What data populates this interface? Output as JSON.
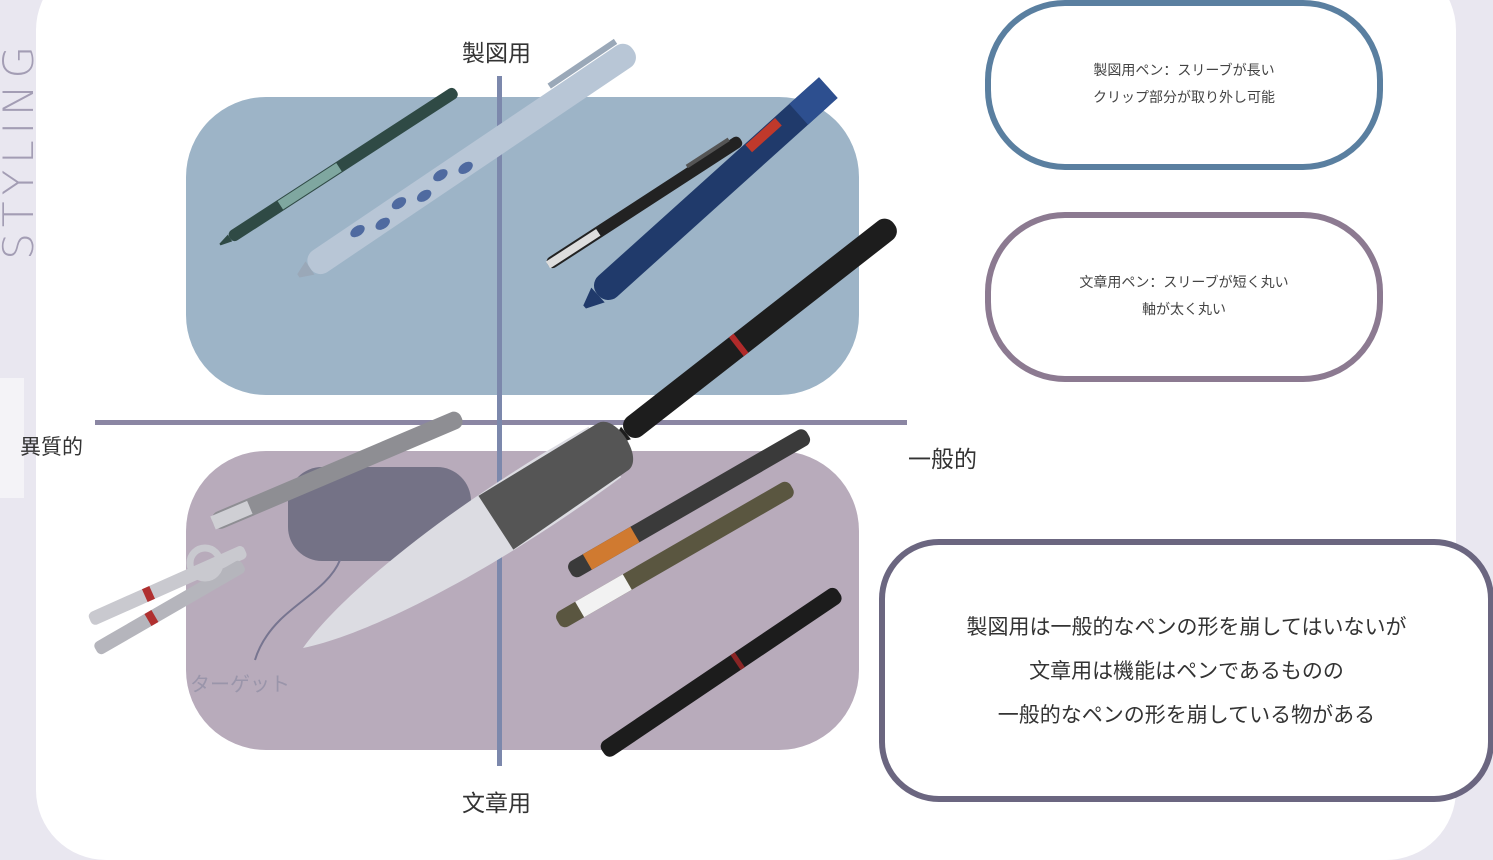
{
  "sidebar": {
    "title": "STYLING"
  },
  "axes": {
    "top": "製図用",
    "bottom": "文章用",
    "left": "異質的",
    "right": "一般的"
  },
  "notes": {
    "drafting": [
      "製図用ペン：スリーブが長い",
      "クリップ部分が取り外し可能"
    ],
    "writing": [
      "文章用ペン：スリーブが短く丸い",
      "軸が太く丸い"
    ],
    "summary": [
      "製図用は一般的なペンの形を崩してはいないが",
      "文章用は機能はペンであるものの",
      "一般的なペンの形を崩している物がある"
    ]
  },
  "target_label": "ターゲット",
  "colors": {
    "top_quadrant": "#9db4c7",
    "bottom_quadrant": "#b8abbb",
    "target_box": "#747286",
    "axis": "#8b86a3"
  },
  "pens": [
    {
      "name": "pen-dark-green",
      "body": "#2f4a45",
      "accent": "#7fa7a0"
    },
    {
      "name": "pen-silver-grip",
      "body": "#b8c6d6",
      "accent": "#4f6aa0"
    },
    {
      "name": "pen-black-slim",
      "body": "#222222",
      "accent": "#dddddd"
    },
    {
      "name": "pen-navy",
      "body": "#203a6b",
      "accent": "#c0392b"
    },
    {
      "name": "pen-black-red-ring",
      "body": "#1d1d1d",
      "accent": "#b02a2a"
    },
    {
      "name": "pen-grey-slim",
      "body": "#8e8e93",
      "accent": "#cfcfd4"
    },
    {
      "name": "pen-compass",
      "body": "#c9c9cf",
      "accent": "#b03030"
    },
    {
      "name": "pen-faber-castell",
      "body": "#555555",
      "accent": "#dcdce2"
    },
    {
      "name": "pen-orange-clear",
      "body": "#3a3a3a",
      "accent": "#d07a30"
    },
    {
      "name": "pen-olive-clear",
      "body": "#5a5640",
      "accent": "#f2f2f2"
    },
    {
      "name": "pen-black-matte",
      "body": "#1c1c1c",
      "accent": "#8a2525"
    }
  ]
}
